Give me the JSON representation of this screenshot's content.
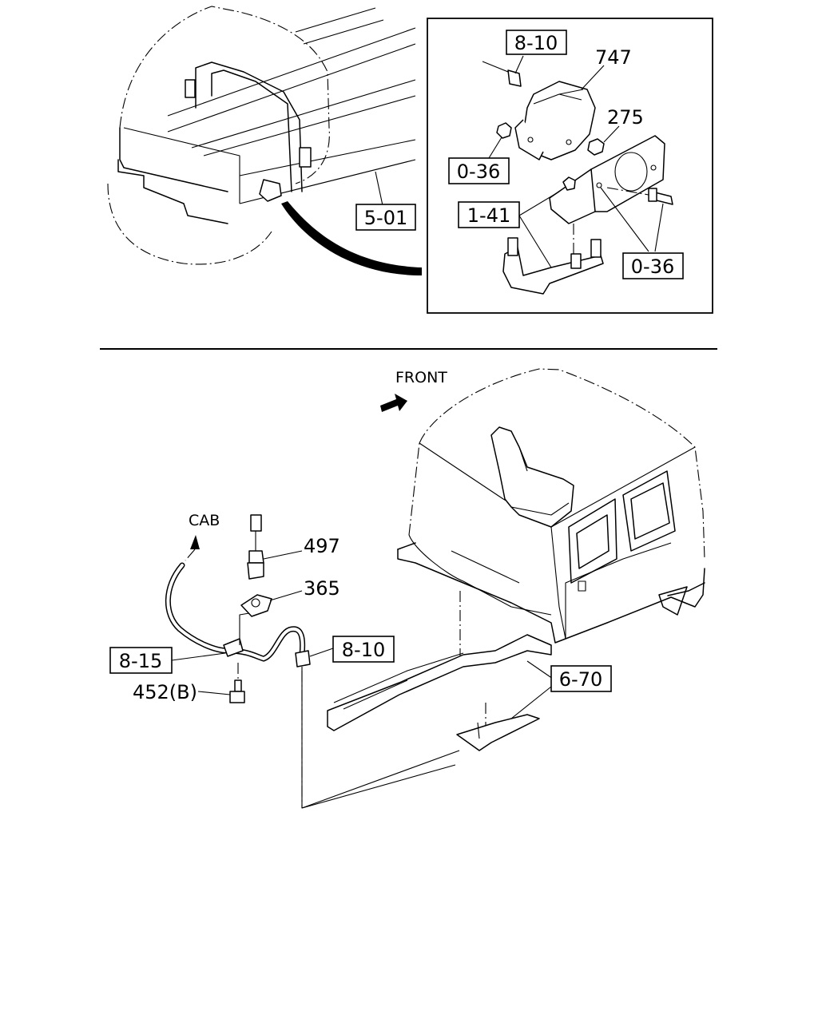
{
  "top": {
    "callouts": {
      "body_ref": "5-01",
      "inset_connector": "8-10",
      "inset_module": "747",
      "inset_nut": "275",
      "inset_washer_left": "0-36",
      "inset_bracket": "1-41",
      "inset_bolt": "0-36"
    }
  },
  "bottom": {
    "front_label": "FRONT",
    "cab_label": "CAB",
    "callouts": {
      "sensor": "497",
      "sensor_bracket": "365",
      "harness": "8-15",
      "harness_connector": "8-10",
      "bolt": "452(B)",
      "frame": "6-70"
    }
  }
}
